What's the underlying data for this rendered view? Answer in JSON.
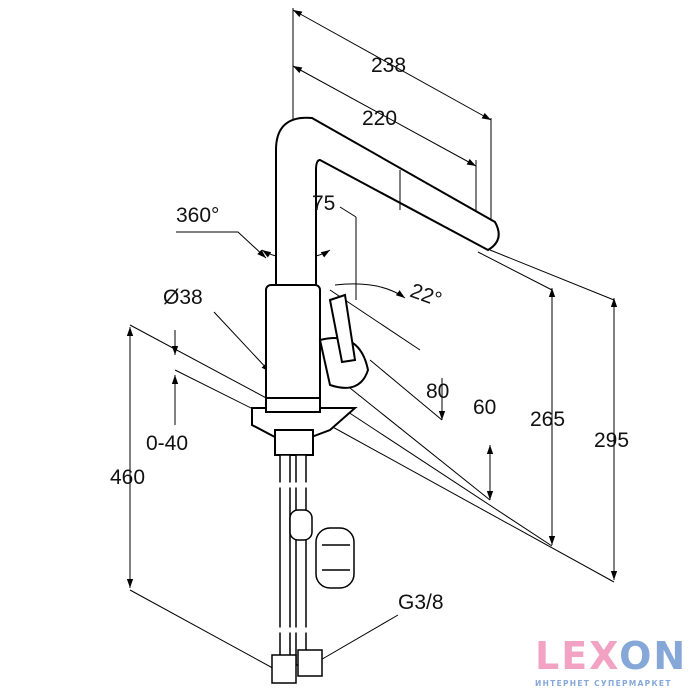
{
  "drawing": {
    "dimensions": {
      "width_overall": "238",
      "reach": "220",
      "swivel": "360°",
      "spout_offset": "75",
      "lever_angle": "22°",
      "diameter": "Ø38",
      "lever_depth": "80",
      "lever_height": "60",
      "spout_height": "265",
      "total_height": "295",
      "deck_thickness": "0-40",
      "hose_length": "460",
      "connection": "G3/8"
    }
  },
  "logo": {
    "word_pink": "LEX",
    "word_blue": "ON",
    "subtitle": "ИНТЕРНЕТ СУПЕРМАРКЕТ",
    "colors": {
      "pink": "#f2a3c4",
      "blue": "#86a8d8"
    }
  }
}
